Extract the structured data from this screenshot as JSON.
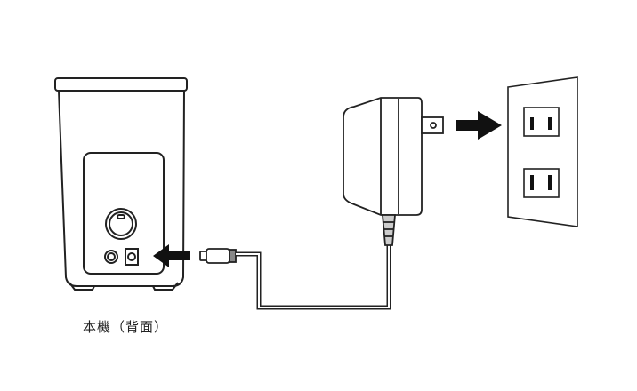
{
  "caption": "本機（背面）",
  "parts": {
    "unit": "main-unit-rear",
    "adapter": "ac-adapter",
    "outlet": "wall-outlet"
  },
  "colors": {
    "stroke": "#222222",
    "arrow": "#111111",
    "background": "#ffffff"
  }
}
